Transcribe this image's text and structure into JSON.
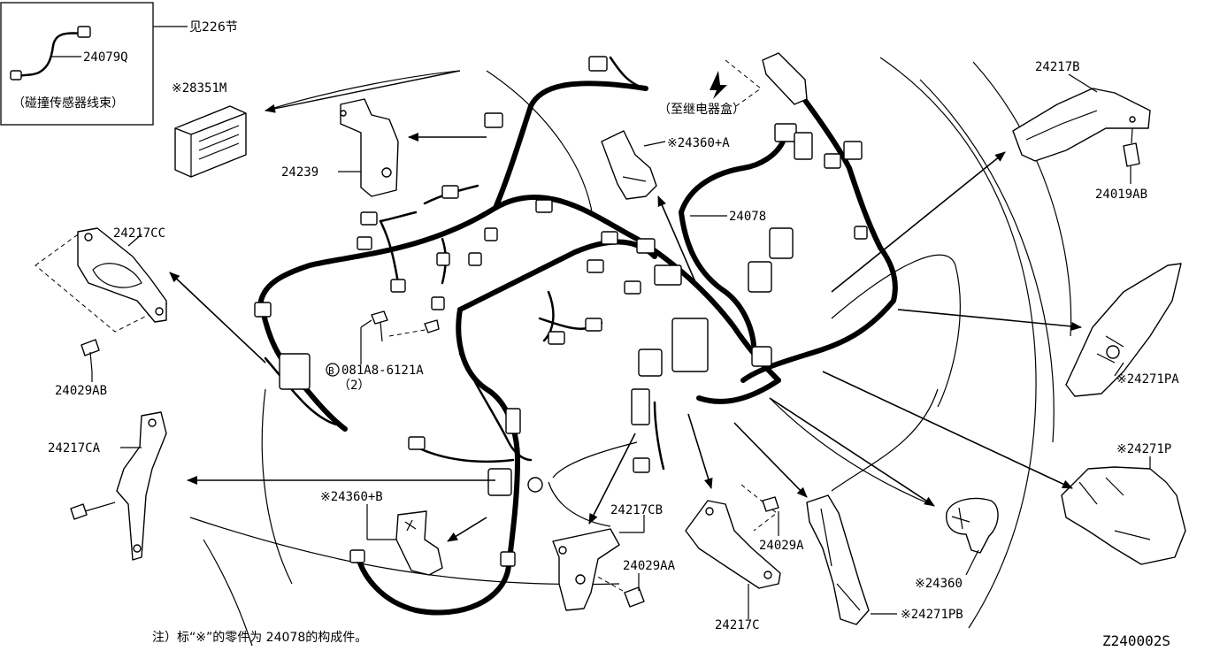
{
  "diagram": {
    "code": "Z240002S",
    "note": "注）标“※”的零件为 24078的构成件。",
    "inset": {
      "ref": "见226节",
      "part": "24079Q",
      "caption": "（碰撞传感器线束）"
    },
    "relay_box": "（至继电器盒）",
    "bolt": {
      "symbol": "B",
      "part": "081A8-6121A",
      "qty": "（2）"
    },
    "labels": {
      "p28351M": "※28351M",
      "p24239": "24239",
      "p24217CC": "24217CC",
      "p24029AB": "24029AB",
      "p24217CA": "24217CA",
      "p24360B": "※24360+B",
      "p24217CB": "24217CB",
      "p24029AA": "24029AA",
      "p24217C": "24217C",
      "p24029A": "24029A",
      "p24271PB": "※24271PB",
      "p24360": "※24360",
      "p24271P": "※24271P",
      "p24271PA": "※24271PA",
      "p24019AB": "24019AB",
      "p24217B": "24217B",
      "p24360A": "※24360+A",
      "p24078": "24078"
    }
  }
}
